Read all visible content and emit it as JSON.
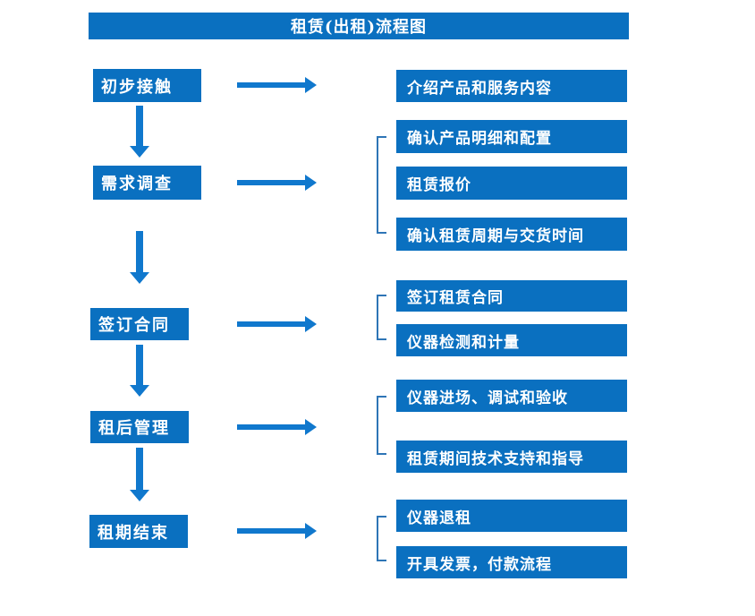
{
  "title": "租赁(出租)流程图",
  "colors": {
    "box_blue": "#0a70c0",
    "arrow_blue": "#1078cd",
    "bracket_blue": "#2e75b6",
    "text": "#ffffff"
  },
  "steps": [
    {
      "label": "初步接触",
      "outputs": [
        "介绍产品和服务内容"
      ]
    },
    {
      "label": "需求调查",
      "outputs": [
        "确认产品明细和配置",
        "租赁报价",
        "确认租赁周期与交货时间"
      ]
    },
    {
      "label": "签订合同",
      "outputs": [
        "签订租赁合同",
        "仪器检测和计量"
      ]
    },
    {
      "label": "租后管理",
      "outputs": [
        "仪器进场、调试和验收",
        "租赁期间技术支持和指导"
      ]
    },
    {
      "label": "租期结束",
      "outputs": [
        "仪器退租",
        "开具发票，付款流程"
      ]
    }
  ]
}
